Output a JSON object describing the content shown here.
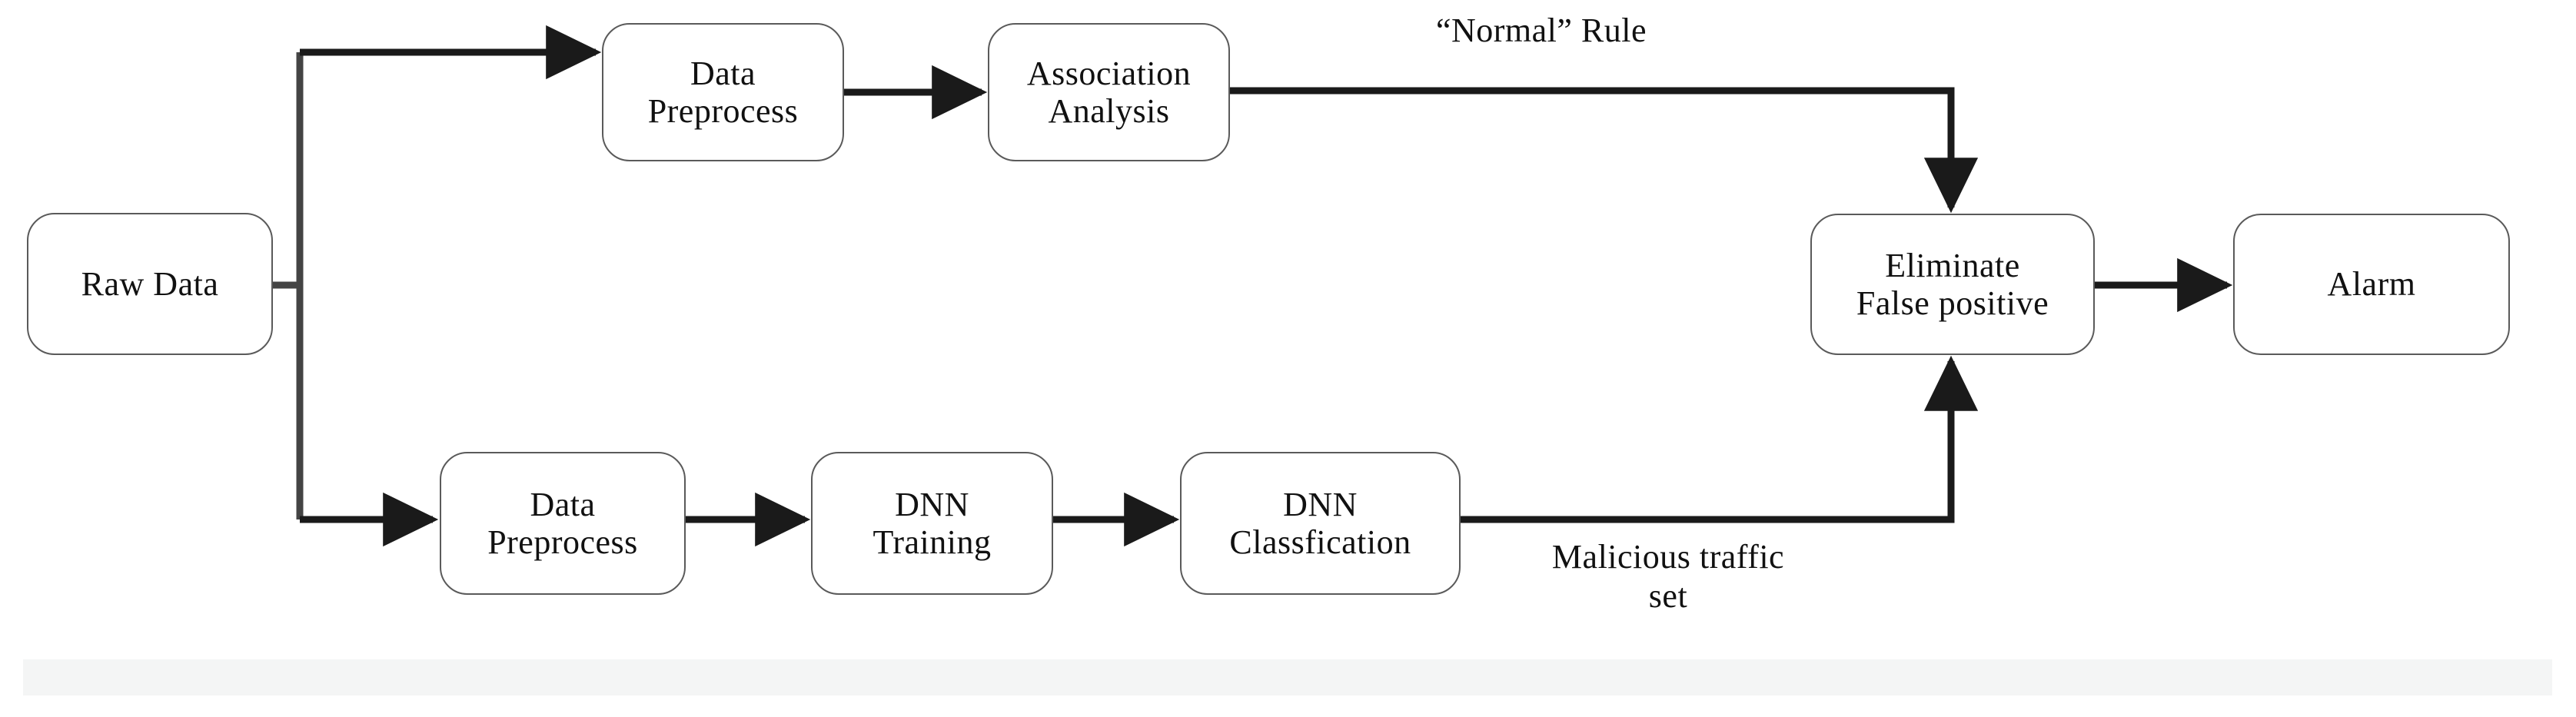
{
  "diagram": {
    "title": "Intrusion detection workflow flowchart",
    "stroke_color": "#5a5a5a",
    "arrow_color": "#1a1a1a",
    "text_color": "#111111",
    "background_color": "#ffffff",
    "footer_strip_color": "#f4f5f5",
    "nodes": [
      {
        "id": "raw-data",
        "lines": [
          "Raw Data"
        ]
      },
      {
        "id": "data-preprocess-top",
        "lines": [
          "Data",
          "Preprocess"
        ]
      },
      {
        "id": "association-analysis",
        "lines": [
          "Association",
          "Analysis"
        ]
      },
      {
        "id": "data-preprocess-bottom",
        "lines": [
          "Data",
          "Preprocess"
        ]
      },
      {
        "id": "dnn-training",
        "lines": [
          "DNN",
          "Training"
        ]
      },
      {
        "id": "dnn-classfication",
        "lines": [
          "DNN",
          "Classfication"
        ]
      },
      {
        "id": "eliminate-false-positive",
        "lines": [
          "Eliminate",
          "False positive"
        ]
      },
      {
        "id": "alarm",
        "lines": [
          "Alarm"
        ]
      }
    ],
    "edge_labels": [
      {
        "id": "normal-rule",
        "lines": [
          "“Normal” Rule"
        ]
      },
      {
        "id": "malicious-traffic-set",
        "lines": [
          "Malicious traffic",
          "set"
        ]
      }
    ]
  }
}
